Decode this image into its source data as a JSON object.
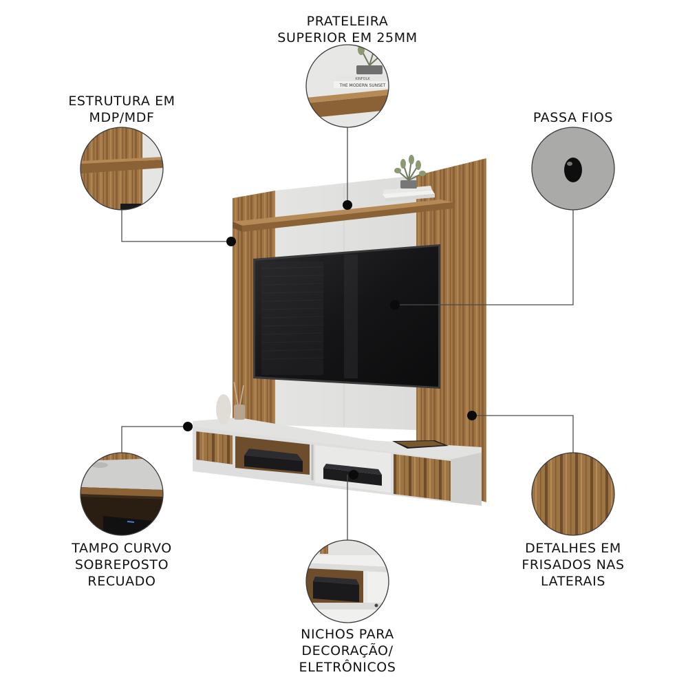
{
  "callouts": {
    "top_shelf": {
      "lines": [
        "PRATELEIRA",
        "SUPERIOR EM 25MM"
      ]
    },
    "structure": {
      "lines": [
        "ESTRUTURA EM",
        "MDP/MDF"
      ]
    },
    "cable_pass": {
      "lines": [
        "PASSA FIOS"
      ]
    },
    "curved_top": {
      "lines": [
        "TAMPO CURVO",
        "SOBREPOSTO",
        "RECUADO"
      ]
    },
    "niches": {
      "lines": [
        "NICHOS PARA",
        "DECORAÇÃO/",
        "ELETRÔNICOS"
      ]
    },
    "grooved_sides": {
      "lines": [
        "DETALHES EM",
        "FRISADOS NAS",
        "LATERAIS"
      ]
    }
  },
  "book_titles": {
    "top_book": "KINFOLK",
    "bottom_book": "THE MODERN SUNSET"
  },
  "colors": {
    "wood": "#9a7242",
    "wood_dark": "#7a5530",
    "white_panel": "#e6e6e4",
    "tv_screen": "#1c1c1e",
    "dot": "#0a0a0a",
    "line": "#4a4a4a"
  }
}
